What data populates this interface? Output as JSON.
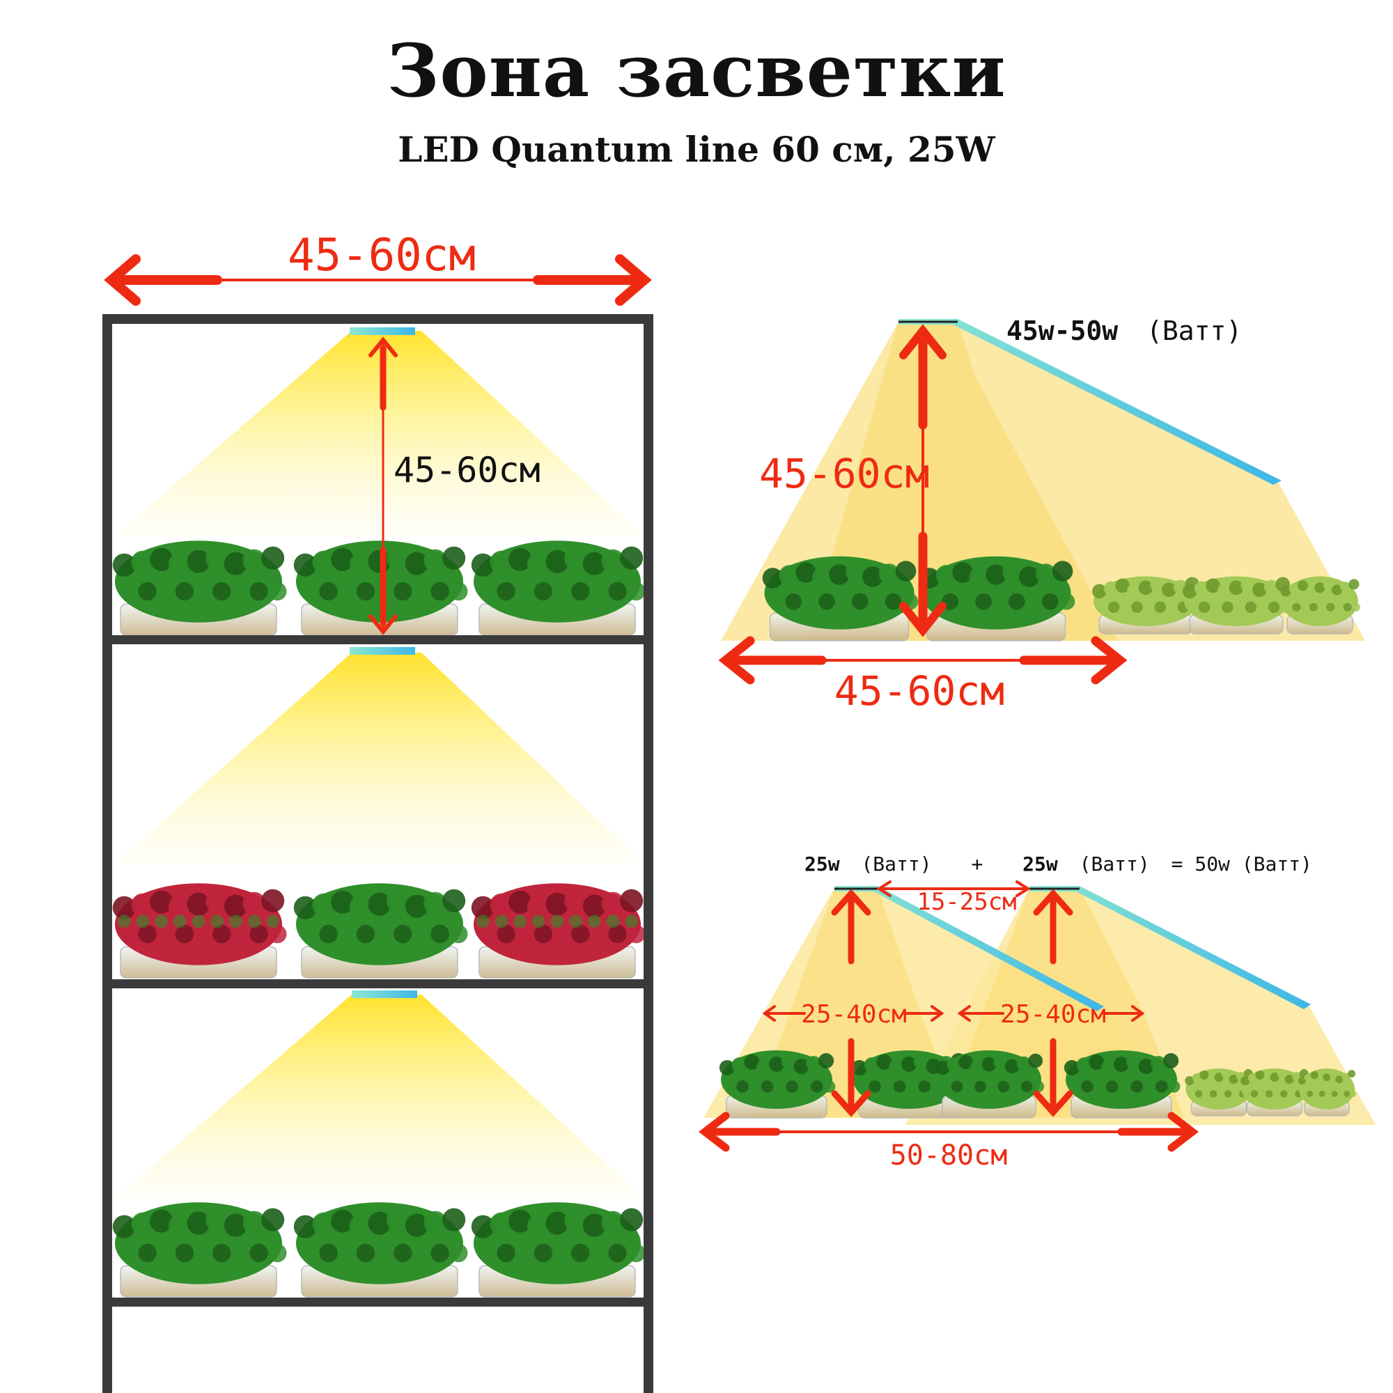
{
  "header": {
    "title": "Зона засветки",
    "subtitle": "LED Quantum line 60 см, 25W"
  },
  "shelf": {
    "width_label": "45-60см",
    "height_label": "45-60см",
    "tier_plants": [
      [
        "green",
        "green",
        "green"
      ],
      [
        "red",
        "green",
        "red"
      ],
      [
        "green",
        "green",
        "green"
      ]
    ]
  },
  "single_lamp": {
    "power_strong": "45w-50w",
    "power_unit": "(Ватт)",
    "height_label": "45-60см",
    "width_label": "45-60см"
  },
  "double_lamp": {
    "lamp1_power": "25w",
    "lamp1_unit": "(Ватт)",
    "plus": "+",
    "lamp2_power": "25w",
    "lamp2_unit": "(Ватт)",
    "total": "= 50w (Ватт)",
    "gap_label": "15-25см",
    "coverage_left": "25-40см",
    "coverage_right": "25-40см",
    "total_width": "50-80см"
  },
  "colors": {
    "arrow": "#ee2b12",
    "frame": "#3a3a3a",
    "lamp": "#3fc3ea",
    "light": "#ffe04d",
    "light_panel": "#fbe79b",
    "plant_green": "#2f8f2a",
    "plant_red": "#c0253c",
    "plant_pale": "#a3c957"
  }
}
